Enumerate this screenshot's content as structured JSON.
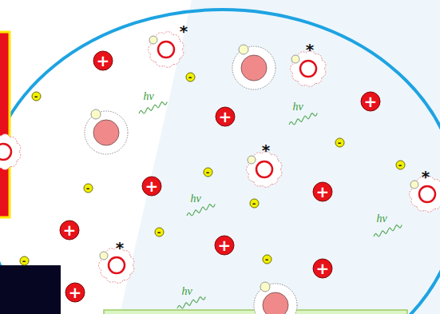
{
  "diagram": {
    "nodes": [
      {
        "text": [
          "+"
        ]
      },
      {
        "text": [
          "-"
        ]
      },
      {
        "text": [
          "-"
        ]
      },
      {
        "text": [
          "+"
        ]
      },
      {
        "text": [
          "+"
        ]
      },
      {
        "text": [
          "-"
        ]
      },
      {
        "text": [
          "-"
        ]
      },
      {
        "text": [
          "-"
        ]
      },
      {
        "text": [
          "+"
        ]
      },
      {
        "text": [
          "-"
        ]
      },
      {
        "text": [
          "+"
        ]
      },
      {
        "text": [
          "-"
        ]
      },
      {
        "text": [
          "+"
        ]
      },
      {
        "text": [
          "-"
        ]
      },
      {
        "text": [
          "+"
        ]
      },
      {
        "text": [
          "-"
        ]
      },
      {
        "text": [
          "-"
        ]
      },
      {
        "text": [
          "+"
        ]
      },
      {
        "text": [
          "+"
        ]
      }
    ],
    "labels": [
      "*",
      "*",
      "hν",
      "hν",
      "*",
      "*",
      "hν",
      "hν",
      "*",
      "hν"
    ]
  }
}
